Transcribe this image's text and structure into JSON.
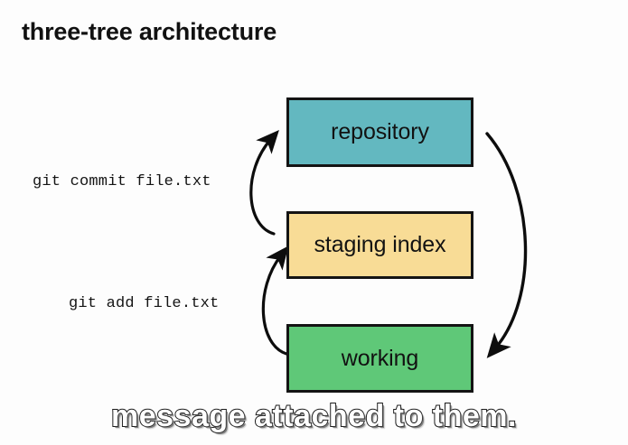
{
  "slide": {
    "title": "three-tree architecture",
    "background_color": "#fdfdfd"
  },
  "diagram": {
    "boxes": [
      {
        "id": "repository",
        "label": "repository",
        "color": "#63B8C0",
        "border_color": "#141414"
      },
      {
        "id": "staging-index",
        "label": "staging index",
        "color": "#F8DC96",
        "border_color": "#141414"
      },
      {
        "id": "working",
        "label": "working",
        "color": "#5FC878",
        "border_color": "#141414"
      }
    ],
    "commands": [
      {
        "id": "commit",
        "text": "git commit file.txt",
        "from": "staging index",
        "to": "repository"
      },
      {
        "id": "add",
        "text": "git add file.txt",
        "from": "working",
        "to": "staging index"
      }
    ],
    "arrows": [
      {
        "id": "staging-to-repository",
        "direction": "up",
        "side": "left"
      },
      {
        "id": "working-to-staging",
        "direction": "up",
        "side": "left"
      },
      {
        "id": "repository-to-working",
        "direction": "down",
        "side": "right"
      }
    ],
    "arrow_color": "#0d0d0d"
  },
  "caption": {
    "text": "message attached to them.",
    "fill_color": "#ffffff",
    "outline_color": "#1a1a1a"
  }
}
